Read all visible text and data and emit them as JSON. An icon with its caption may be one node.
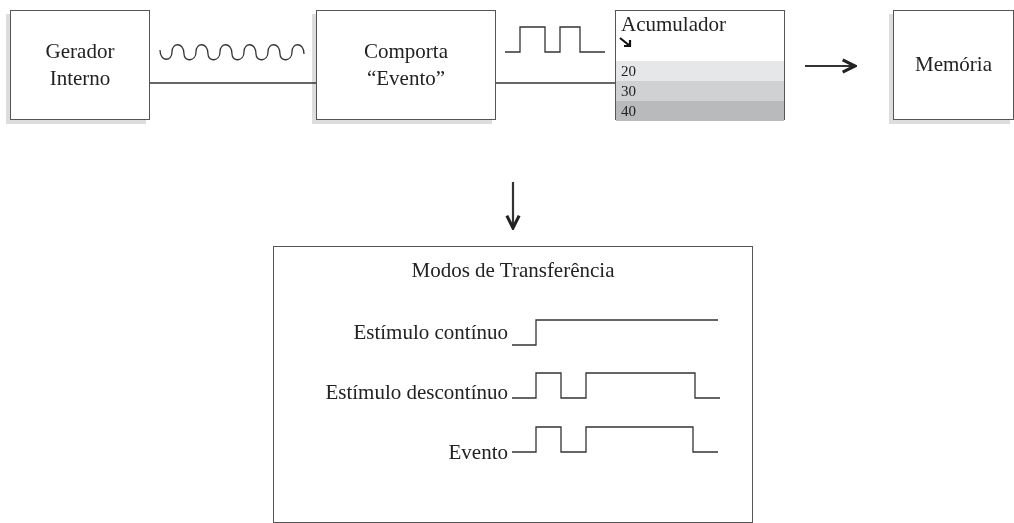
{
  "diagram": {
    "nodes": [
      {
        "text": [
          "Gerador Interno"
        ]
      },
      {
        "text": [
          "Comporta “Evento”"
        ]
      },
      {
        "text": [
          "Acumulador"
        ]
      },
      {
        "text": [
          "20"
        ],
        "in": 2
      },
      {
        "text": [
          "30"
        ],
        "in": 2
      },
      {
        "text": [
          "40"
        ],
        "in": 2
      },
      {
        "text": [
          "Memória"
        ]
      },
      {
        "text": [
          "Modos de Transferência"
        ]
      }
    ],
    "edges": [
      {
        "from": 0,
        "to": 1,
        "arrow": "none"
      },
      {
        "from": 1,
        "to": 2,
        "arrow": "none"
      },
      {
        "from": 2,
        "to": 6,
        "arrow": "to"
      },
      {
        "from": null,
        "to": 7,
        "arrow": "to"
      }
    ],
    "labels": [
      "Estímulo contínuo",
      "Estímulo descontínuo",
      "Evento"
    ]
  }
}
